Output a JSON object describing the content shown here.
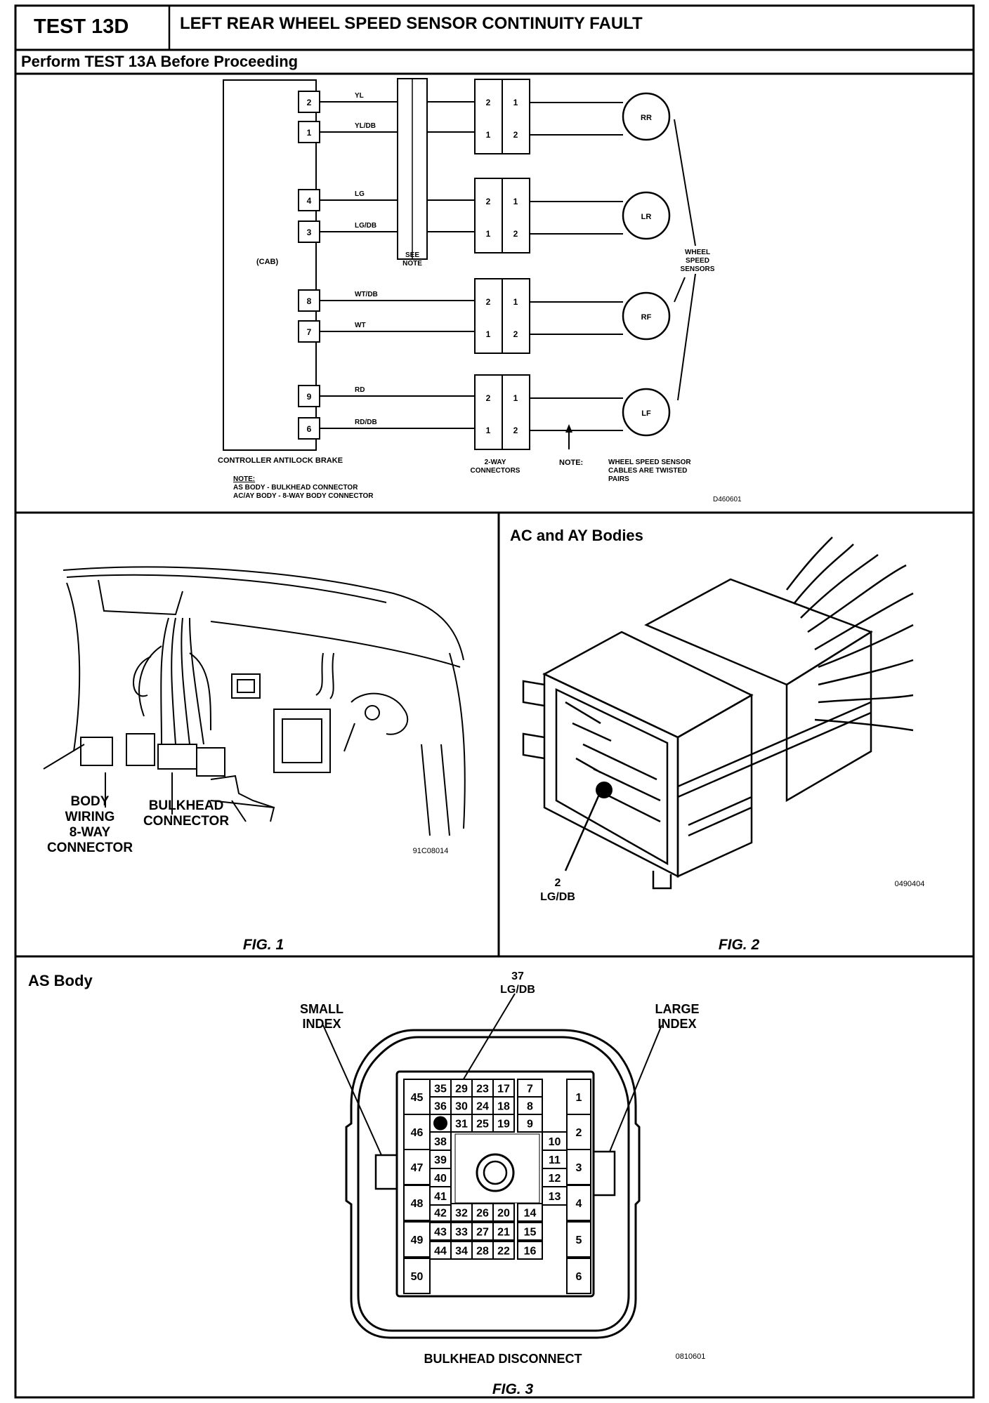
{
  "header": {
    "test_id": "TEST 13D",
    "title": "LEFT REAR WHEEL SPEED SENSOR CONTINUITY FAULT",
    "subtitle": "Perform TEST 13A Before Proceeding"
  },
  "schematic": {
    "pins": [
      {
        "pin": "2",
        "wire": "YL"
      },
      {
        "pin": "1",
        "wire": "YL/DB"
      },
      {
        "pin": "4",
        "wire": "LG"
      },
      {
        "pin": "3",
        "wire": "LG/DB"
      },
      {
        "pin": "8",
        "wire": "WT/DB"
      },
      {
        "pin": "7",
        "wire": "WT"
      },
      {
        "pin": "9",
        "wire": "RD"
      },
      {
        "pin": "6",
        "wire": "RD/DB"
      }
    ],
    "connector_pins": [
      [
        "2",
        "1",
        "1",
        "2"
      ],
      [
        "2",
        "1",
        "1",
        "2"
      ],
      [
        "2",
        "1",
        "1",
        "2"
      ],
      [
        "2",
        "1",
        "1",
        "2"
      ]
    ],
    "sensors": [
      "RR",
      "LR",
      "RF",
      "LF"
    ],
    "cab_label": "(CAB)",
    "see_note": [
      "SEE",
      "NOTE"
    ],
    "wheel_speed_sensors": [
      "WHEEL",
      "SPEED",
      "SENSORS"
    ],
    "controller_label": "CONTROLLER ANTILOCK BRAKE",
    "connectors_label": [
      "2-WAY",
      "CONNECTORS"
    ],
    "note_arrow_label": "NOTE:",
    "twisted_note": [
      "WHEEL SPEED SENSOR",
      "CABLES ARE TWISTED",
      "PAIRS"
    ],
    "note_title": "NOTE:",
    "note_lines": [
      "AS BODY  -  BULKHEAD CONNECTOR",
      "AC/AY BODY  -  8-WAY BODY CONNECTOR"
    ],
    "figure_id": "D460601"
  },
  "fig1": {
    "label_body": [
      "BODY",
      "WIRING",
      "8-WAY",
      "CONNECTOR"
    ],
    "label_bulkhead": [
      "BULKHEAD",
      "CONNECTOR"
    ],
    "figure_id": "91C08014",
    "caption": "FIG. 1"
  },
  "fig2": {
    "title": "AC and AY Bodies",
    "pin_number": "2",
    "pin_wire": "LG/DB",
    "figure_id": "0490404",
    "caption": "FIG. 2"
  },
  "fig3": {
    "title": "AS Body",
    "pin_number": "37",
    "pin_wire": "LG/DB",
    "small_index": [
      "SMALL",
      "INDEX"
    ],
    "large_index": [
      "LARGE",
      "INDEX"
    ],
    "cavities_left": [
      "45",
      "46",
      "47",
      "48",
      "49",
      "50"
    ],
    "cavities_right": [
      "1",
      "2",
      "3",
      "4",
      "5",
      "6"
    ],
    "cavities_top_rows": [
      [
        "35",
        "29",
        "23",
        "17",
        "7"
      ],
      [
        "36",
        "30",
        "24",
        "18",
        "8"
      ],
      [
        "37",
        "31",
        "25",
        "19",
        "9"
      ]
    ],
    "cavities_mid_left": [
      "38",
      "39",
      "40",
      "41"
    ],
    "cavities_mid_right": [
      "10",
      "11",
      "12",
      "13"
    ],
    "cavities_bottom_rows": [
      [
        "42",
        "32",
        "26",
        "20",
        "14"
      ],
      [
        "43",
        "33",
        "27",
        "21",
        "15"
      ],
      [
        "44",
        "34",
        "28",
        "22",
        "16"
      ]
    ],
    "bottom_label": "BULKHEAD DISCONNECT",
    "figure_id": "0810601",
    "caption": "FIG. 3"
  }
}
